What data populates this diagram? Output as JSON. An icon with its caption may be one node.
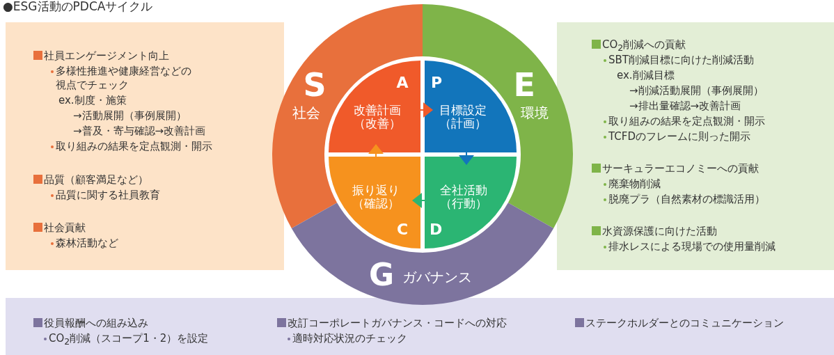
{
  "diagram": {
    "title": "●ESG活動のPDCAサイクル",
    "nodes": [
      {
        "text": [
          "社員エンゲージメント向上",
          "多様性推進や健康経営などの視点でチェック",
          "ex.制度・施策",
          "→活動展開（事例展開）",
          "→普及・寄与確認→改善計画",
          "取り組みの結果を定点観測・開示",
          "品質（顧客満足など）",
          "品質に関する社員教育",
          "社会貢献",
          "森林活動など"
        ]
      },
      {
        "text": [
          "S",
          "社会"
        ]
      },
      {
        "text": [
          "E",
          "環境"
        ]
      },
      {
        "text": [
          "A",
          "改善計画（改善）"
        ]
      },
      {
        "text": [
          "P",
          "目標設定（計画）"
        ]
      },
      {
        "text": [
          "振り返り（確認）",
          "C"
        ]
      },
      {
        "text": [
          "全社活動（行動）",
          "D"
        ]
      },
      {
        "text": [
          "CO$_{2}$削減への貢献",
          "SBT削減目標に向けた削減活動",
          "ex.削減目標",
          "→削減活動展開（事例展開）",
          "→排出量確認→改善計画",
          "取り組みの結果を定点観測・開示",
          "TCFDのフレームに則った開示",
          "サーキュラーエコノミーへの貢献",
          "廃棄物削減",
          "脱廃プラ（自然素材の標識活用）",
          "水資源保護に向けた活動",
          "排水レスによる現場での使用量削減"
        ]
      },
      {
        "text": [
          "役員報酬への組み込み",
          "CO$_{2}$削減（スコープ1・2）を設定",
          "改訂コーポレートガバナンス・コードへの対応",
          "適時対応状況のチェック",
          "ステークホルダーとのコミュニケーション"
        ]
      },
      {
        "text": [
          "G",
          "ガバナンス"
        ]
      }
    ],
    "edges": [
      {
        "from": 3,
        "to": 4,
        "arrow": "to",
        "color": "#f05a2a"
      },
      {
        "from": 4,
        "to": 6,
        "arrow": "to",
        "color": "#1275bb"
      },
      {
        "from": 6,
        "to": 5,
        "arrow": "to",
        "color": "#2bb573"
      },
      {
        "from": 5,
        "to": 3,
        "arrow": "to",
        "color": "#f6921e"
      }
    ]
  }
}
